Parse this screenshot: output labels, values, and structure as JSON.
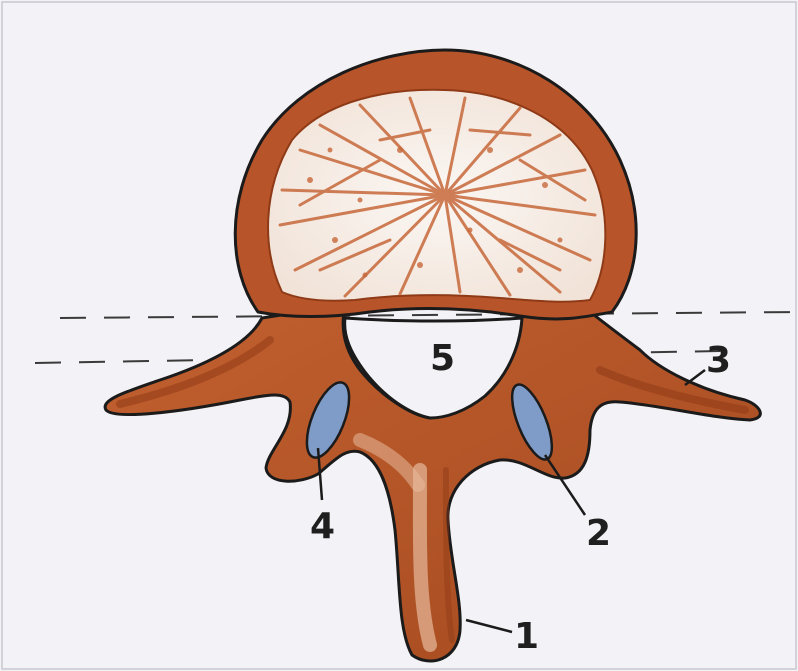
{
  "labels": {
    "l1": "1",
    "l2": "2",
    "l3": "3",
    "l4": "4",
    "l5": "5"
  },
  "colors": {
    "paper": "#f3f2f6",
    "bone": "#b8542a",
    "bone_dark": "#8f3a17",
    "bone_light": "#e7b99b",
    "spongy_fill": "#f6eeea",
    "cartilage": "#7f9cc9",
    "outline": "#1b1b1b"
  }
}
